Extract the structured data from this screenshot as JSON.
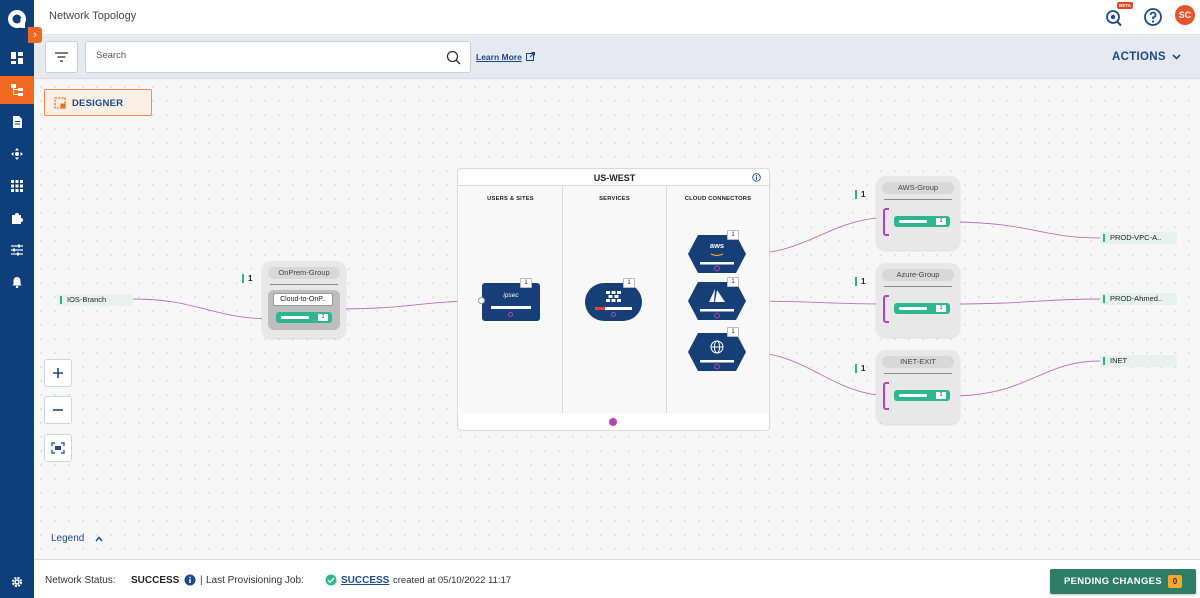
{
  "header": {
    "title": "Network Topology",
    "beta_label": "BETA",
    "avatar_initials": "SC"
  },
  "toolbar": {
    "search_placeholder": "Search",
    "learn_more": "Learn More",
    "actions": "ACTIONS"
  },
  "designer_label": "DESIGNER",
  "endpoints": {
    "ios_branch": "IOS-Branch",
    "prod_vpc": "PROD-VPC-A..",
    "prod_ahmed": "PROD-Ahmed..",
    "inet": "INET"
  },
  "onprem": {
    "title": "OnPrem-Group",
    "count": "1",
    "node_label": "Cloud-to-OnP..",
    "pill_num": "1"
  },
  "region": {
    "title": "US-WEST",
    "columns": [
      "USERS & SITES",
      "SERVICES",
      "CLOUD CONNECTORS"
    ],
    "ipsec_label": "ipsec",
    "badges": {
      "ipsec": "1",
      "services": "1",
      "aws": "1",
      "azure": "1",
      "inet": "1"
    },
    "aws_label": "aws"
  },
  "groups": {
    "aws": {
      "title": "AWS-Group",
      "count": "1",
      "pill_num": "1"
    },
    "azure": {
      "title": "Azure-Group",
      "count": "1",
      "pill_num": "1"
    },
    "inet": {
      "title": "INET-EXIT",
      "count": "1",
      "pill_num": "1"
    }
  },
  "legend": "Legend",
  "footer": {
    "network_status_label": "Network Status:",
    "network_status_value": "SUCCESS",
    "separator": "|",
    "job_label": "Last Provisioning Job:",
    "job_status": "SUCCESS",
    "job_date": "created at 05/10/2022 11:17",
    "pending_label": "PENDING CHANGES",
    "pending_count": "0"
  },
  "colors": {
    "sidebar": "#0f3f7a",
    "accent": "#f16a21",
    "link": "#b843b8",
    "connector": "#1a4a8a",
    "pill": "#2fb58f"
  }
}
